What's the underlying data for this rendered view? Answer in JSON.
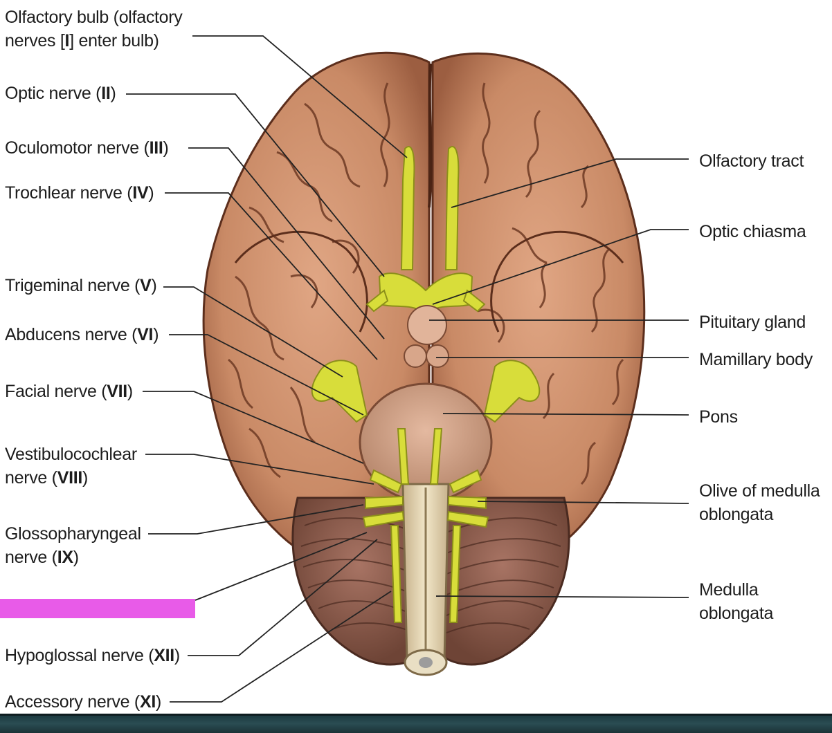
{
  "colors": {
    "cerebrum": "#c98a66",
    "cerebrum_shade": "#a9694a",
    "sulcus": "#6e3a24",
    "cerebellum": "#8a5a4c",
    "nerve": "#d8dd3a",
    "nerve_edge": "#8c8f1a",
    "leader_line": "#222222",
    "redaction": "#e85be8",
    "footer_bar": "#244349"
  },
  "labels_left": [
    {
      "id": "olfactory-bulb",
      "l1": "Olfactory bulb (olfactory",
      "l2a": "nerves [",
      "l2b": "I",
      "l2c": "] enter bulb)"
    },
    {
      "id": "optic-nerve",
      "a": "Optic nerve (",
      "b": "II",
      "c": ")"
    },
    {
      "id": "oculomotor-nerve",
      "a": "Oculomotor nerve (",
      "b": "III",
      "c": ")"
    },
    {
      "id": "trochlear-nerve",
      "a": "Trochlear nerve (",
      "b": "IV",
      "c": ")"
    },
    {
      "id": "trigeminal-nerve",
      "a": "Trigeminal nerve (",
      "b": "V",
      "c": ")"
    },
    {
      "id": "abducens-nerve",
      "a": "Abducens nerve (",
      "b": "VI",
      "c": ")"
    },
    {
      "id": "facial-nerve",
      "a": "Facial nerve (",
      "b": "VII",
      "c": ")"
    },
    {
      "id": "vestibulocochlear-nerve",
      "l1": "Vestibulocochlear",
      "l2a": "nerve (",
      "l2b": "VIII",
      "l2c": ")"
    },
    {
      "id": "glossopharyngeal-nerve",
      "l1": "Glossopharyngeal",
      "l2a": "nerve (",
      "l2b": "IX",
      "l2c": ")"
    },
    {
      "id": "hypoglossal-nerve",
      "a": "Hypoglossal nerve (",
      "b": "XII",
      "c": ")"
    },
    {
      "id": "accessory-nerve",
      "a": "Accessory nerve (",
      "b": "XI",
      "c": ")"
    }
  ],
  "labels_right": [
    {
      "id": "olfactory-tract",
      "text": "Olfactory tract"
    },
    {
      "id": "optic-chiasma",
      "text": "Optic chiasma"
    },
    {
      "id": "pituitary-gland",
      "text": "Pituitary gland"
    },
    {
      "id": "mamillary-body",
      "text": "Mamillary body"
    },
    {
      "id": "pons",
      "text": "Pons"
    },
    {
      "id": "olive-medulla",
      "l1": "Olive of medulla",
      "l2": "oblongata"
    },
    {
      "id": "medulla-oblongata",
      "l1": "Medulla",
      "l2": "oblongata"
    }
  ]
}
